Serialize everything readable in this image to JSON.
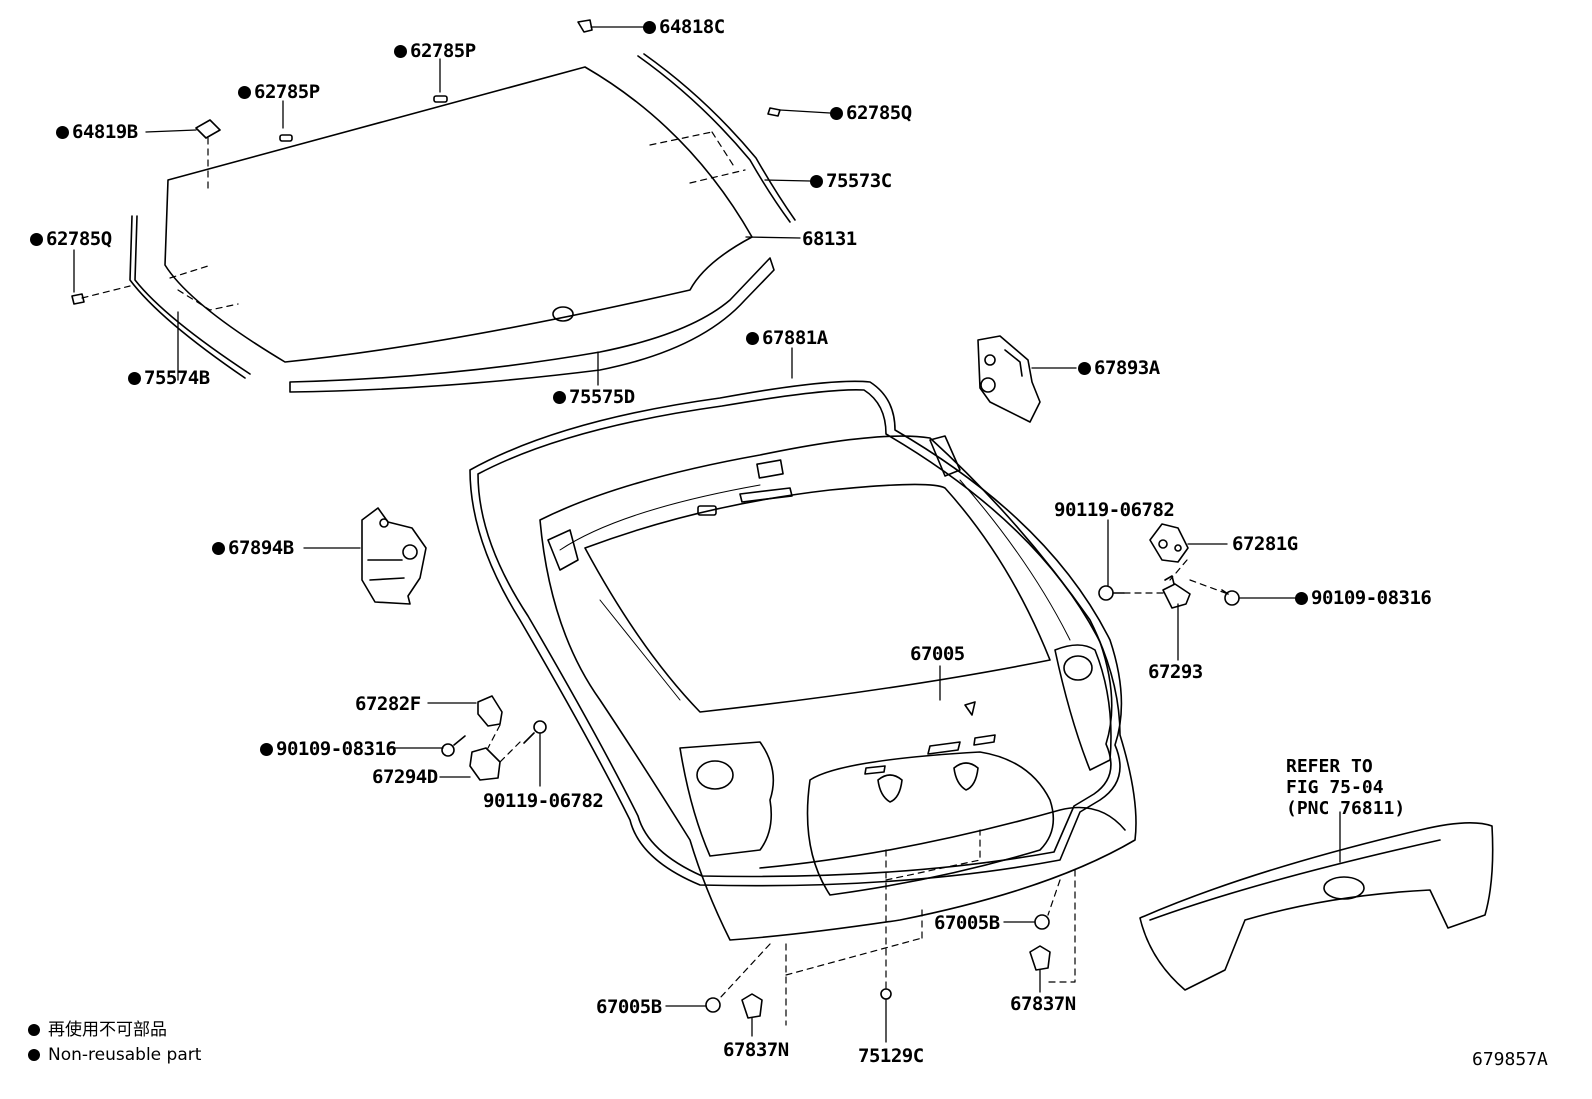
{
  "diagram": {
    "labels": {
      "p64818C": "64818C",
      "p62785P_a": "62785P",
      "p62785P_b": "62785P",
      "p64819B": "64819B",
      "p62785Q_r": "62785Q",
      "p75573C": "75573C",
      "p68131": "68131",
      "p62785Q_l": "62785Q",
      "p75574B": "75574B",
      "p75575D": "75575D",
      "p67881A": "67881A",
      "p67893A": "67893A",
      "p90119_r": "90119-06782",
      "p67281G": "67281G",
      "p90109_r": "90109-08316",
      "p67293": "67293",
      "p67894B": "67894B",
      "p67005": "67005",
      "p67282F": "67282F",
      "p90109_l": "90109-08316",
      "p67294D": "67294D",
      "p90119_l": "90119-06782",
      "p67005B_r": "67005B",
      "p67837N_r": "67837N",
      "p67005B_l": "67005B",
      "p67837N_l": "67837N",
      "p75129C": "75129C"
    },
    "refer_note": {
      "line1": "REFER TO",
      "line2": "FIG 75-04",
      "line3": "(PNC 76811)"
    },
    "legend": {
      "line1": "再使用不可部品",
      "line2": "Non-reusable part"
    },
    "illustration_id": "679857A"
  }
}
